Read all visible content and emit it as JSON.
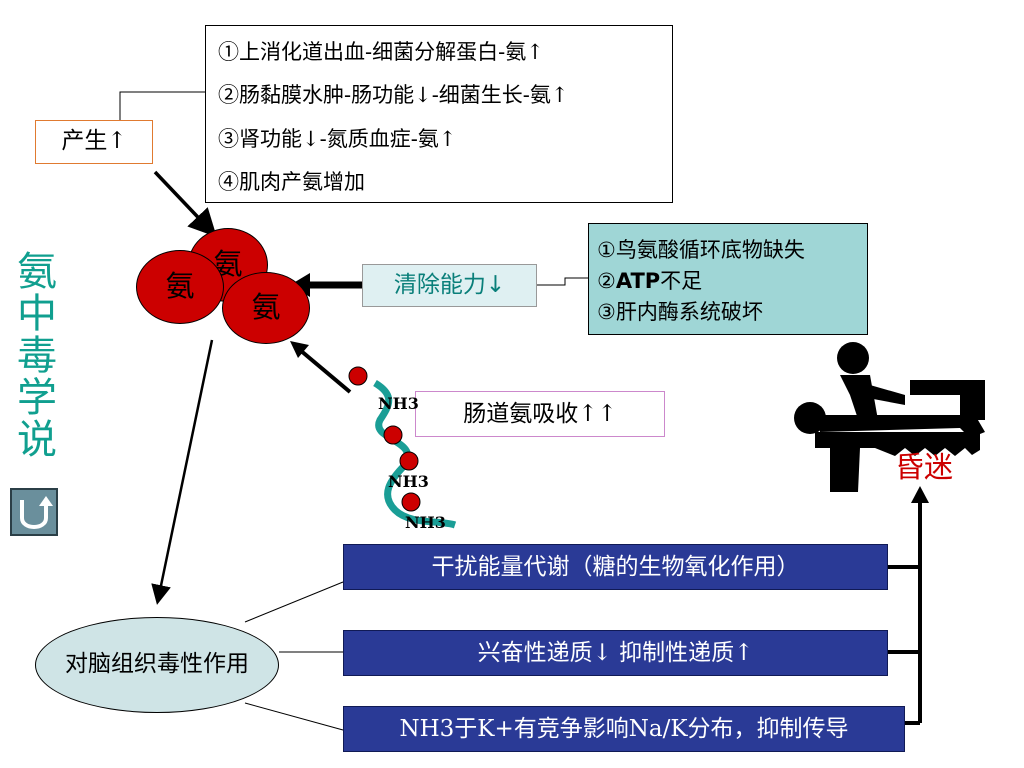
{
  "title": "氨中毒学说",
  "production": {
    "label": "产生↑",
    "items": [
      "①上消化道出血-细菌分解蛋白-氨↑",
      "②肠黏膜水肿-肠功能↓-细菌生长-氨↑",
      "③肾功能↓-氮质血症-氨↑",
      "④肌肉产氨增加"
    ]
  },
  "ammonia_circles": [
    "氨",
    "氨",
    "氨"
  ],
  "clearance": {
    "label": "清除能力↓",
    "items": [
      "①鸟氨酸循环底物缺失",
      "②",
      "ATP",
      "不足",
      "③肝内酶系统破坏"
    ]
  },
  "gut_absorption": "肠道氨吸收↑↑",
  "nh3_labels": [
    "NH3",
    "NH3",
    "NH3"
  ],
  "brain_effect": "对脑组织毒性作用",
  "mechanisms": [
    "干扰能量代谢（糖的生物氧化作用）",
    "兴奋性递质↓   抑制性递质↑",
    "NH3于K+有竞争影响Na/K分布，抑制传导"
  ],
  "outcome": "昏迷",
  "colors": {
    "title": "#109f8f",
    "circle": "#cc0000",
    "bar": "#2a3a96",
    "coma": "#cc0000"
  },
  "icons": {
    "back": "u-turn-icon",
    "patient": "coma-patient-icon"
  }
}
